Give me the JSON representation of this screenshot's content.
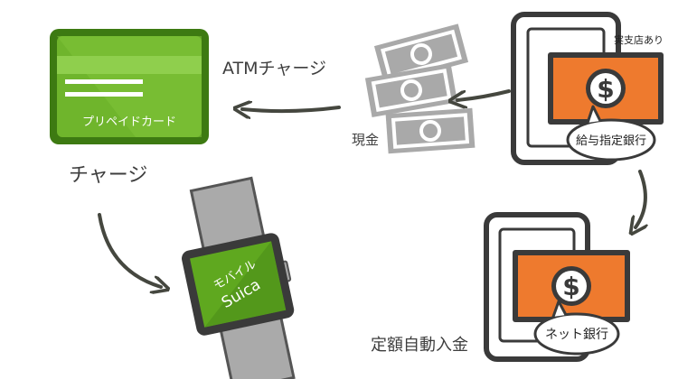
{
  "labels": {
    "prepaid_card": "プリペイドカード",
    "atm_charge": "ATMチャージ",
    "cash": "現金",
    "store_available": "実支店あり",
    "salary_bank": "給与指定銀行",
    "charge": "チャージ",
    "mobile_suica_line1": "モバイル",
    "mobile_suica_line2": "Suica",
    "fixed_auto_deposit": "定額自動入金",
    "net_bank": "ネット銀行"
  },
  "colors": {
    "card_green": "#6fb52c",
    "card_dark": "#3d7a12",
    "watch_green": "#5fa81f",
    "bill_gray": "#a9a9a9",
    "phone_outline": "#3a3a3a",
    "cash_orange": "#ee7a2e",
    "arrow": "#45473f",
    "text": "#3e3e3e"
  }
}
